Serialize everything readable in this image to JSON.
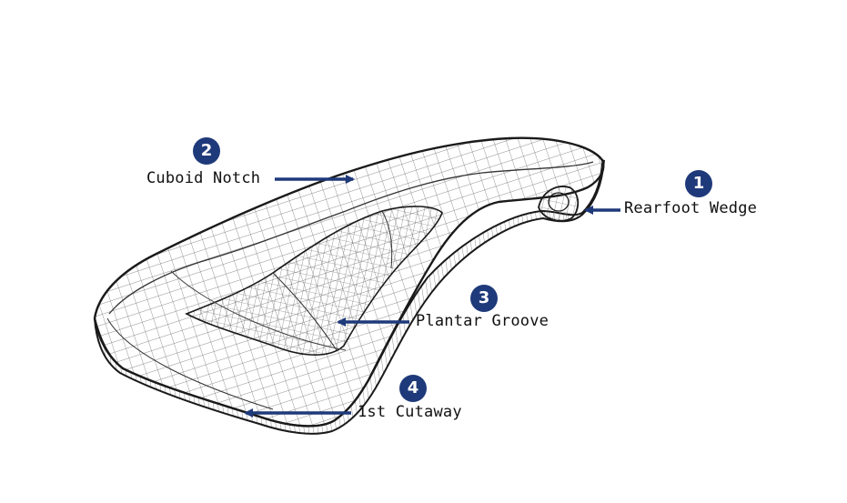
{
  "colors": {
    "accent": "#1f3a7a",
    "outline": "#1a1a1a",
    "mesh": "#555555",
    "background": "#ffffff"
  },
  "callouts": [
    {
      "number": "1",
      "label": "Rearfoot Wedge"
    },
    {
      "number": "2",
      "label": "Cuboid Notch"
    },
    {
      "number": "3",
      "label": "Plantar Groove"
    },
    {
      "number": "4",
      "label": "1st Cutaway"
    }
  ]
}
